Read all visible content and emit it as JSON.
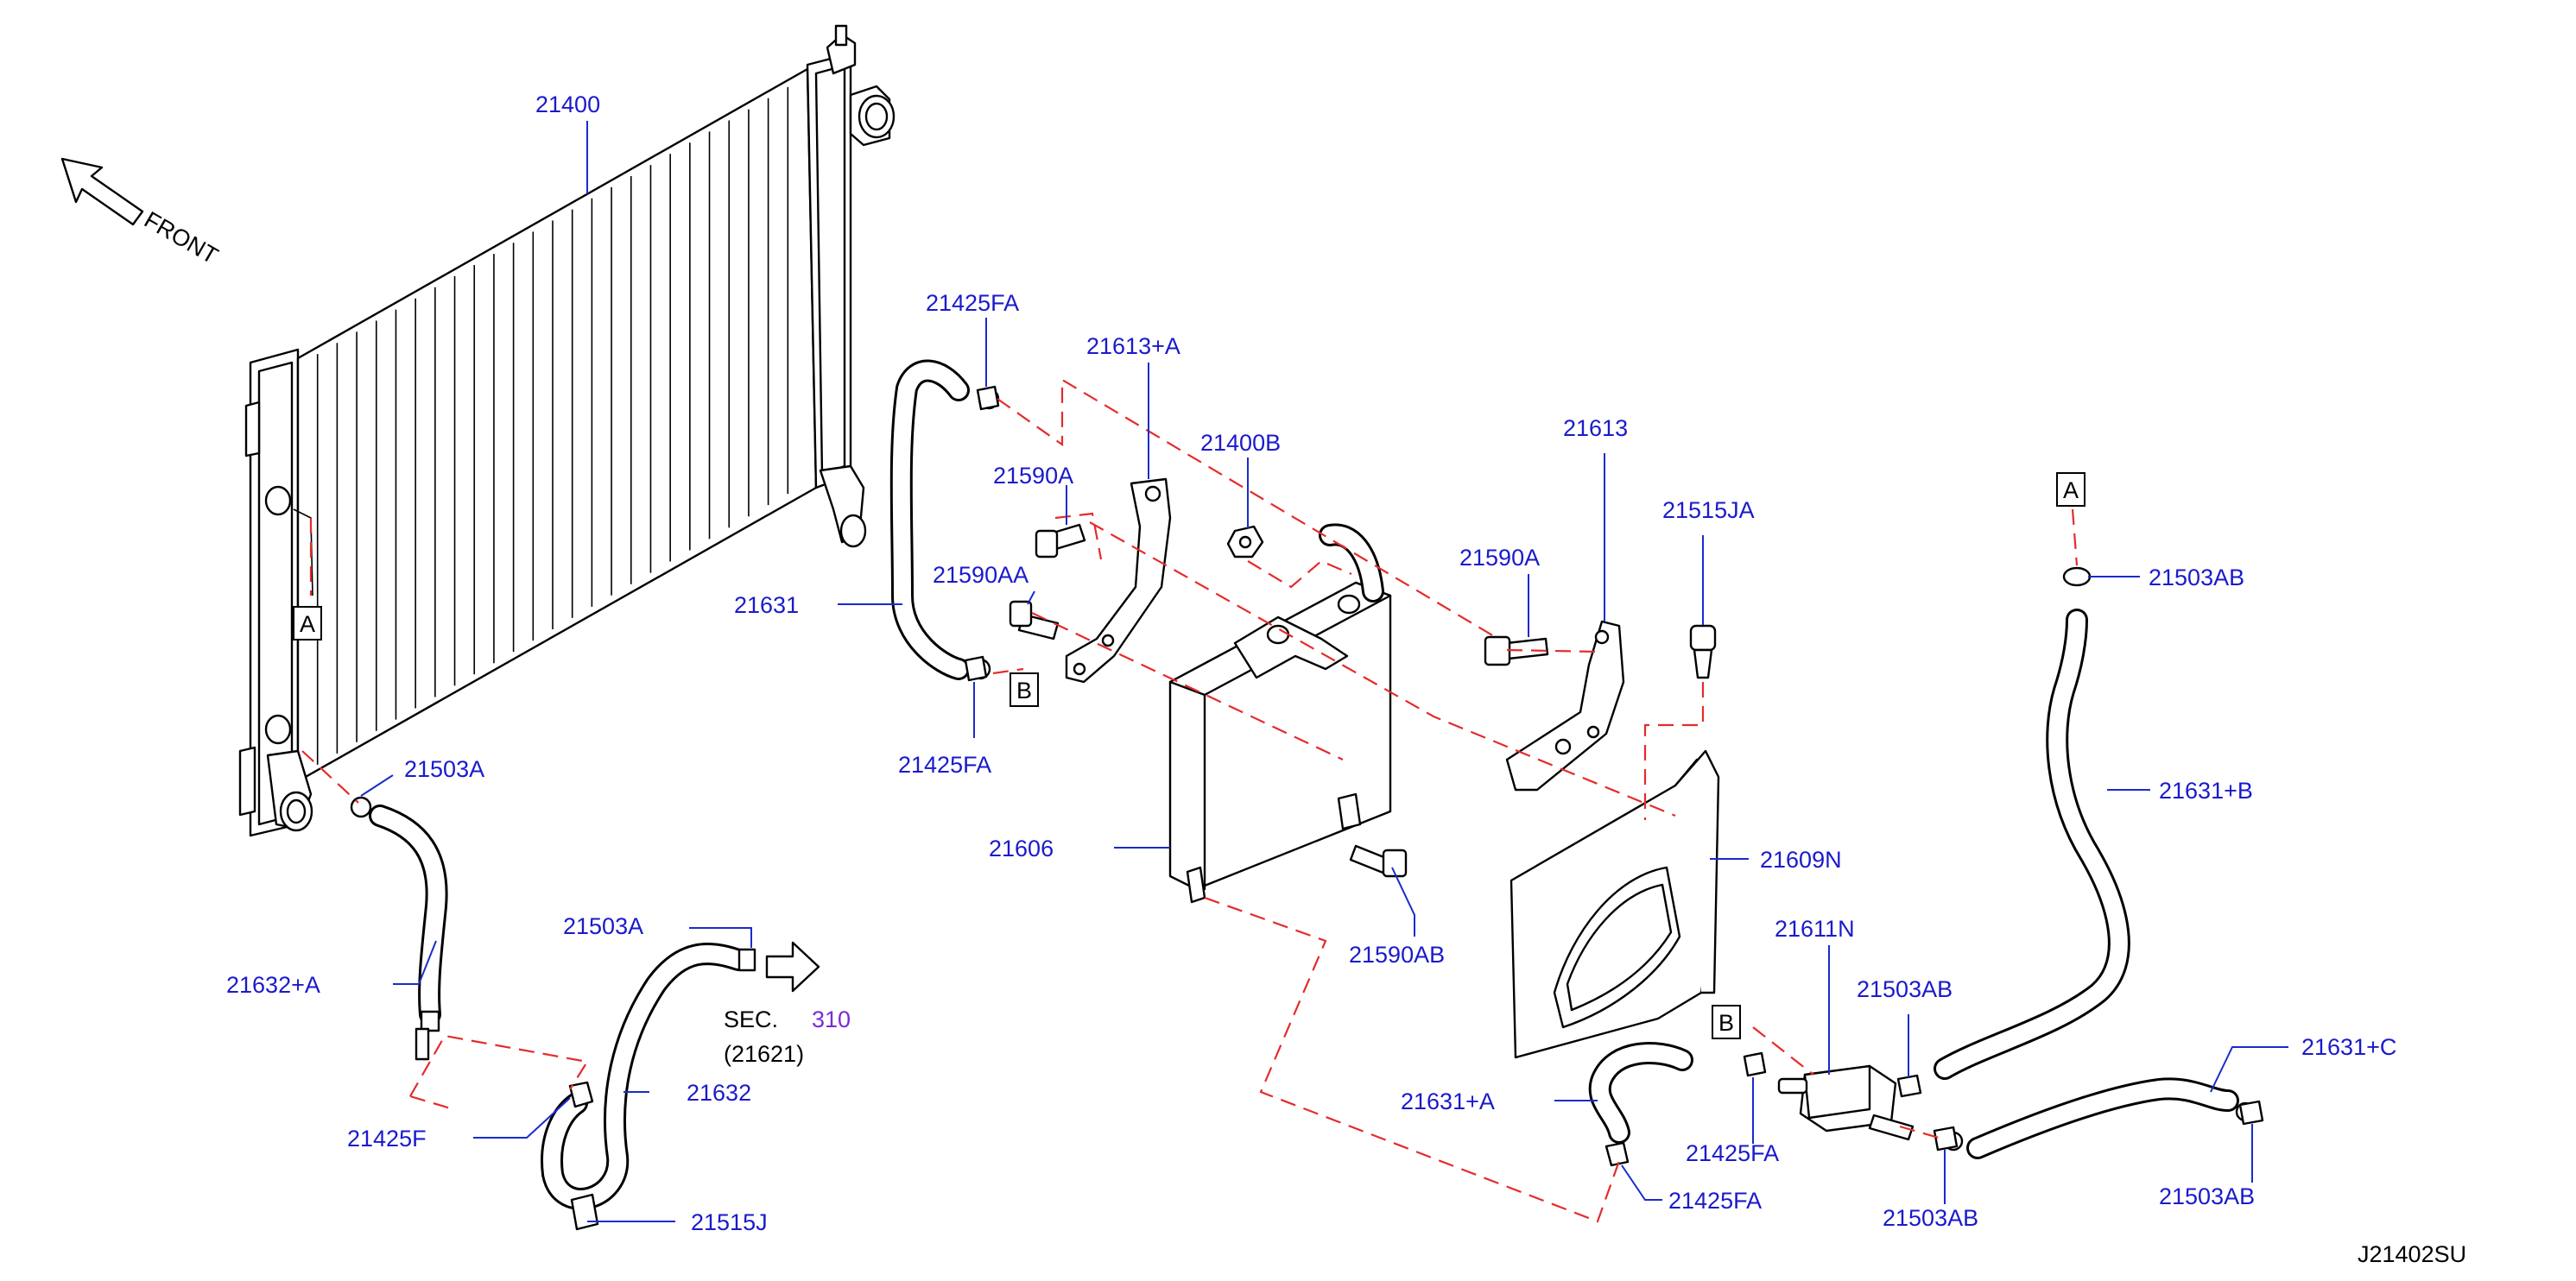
{
  "diagram_code": "J21402SU",
  "front_label": "FRONT",
  "section_ref": {
    "sec": "SEC.",
    "number": "310",
    "part": "(21621)"
  },
  "reference_marks": {
    "a": "A",
    "b": "B"
  },
  "colors": {
    "part_label": "#1a1acc",
    "leader": "#1a2bcc",
    "dashed_link": "#e52b2b",
    "section_number": "#7a2bd6",
    "outline": "#000000"
  },
  "labels": {
    "radiator": "21400",
    "hose_21425fa_top": "21425FA",
    "bracket_21613a": "21613+A",
    "nut_21400b": "21400B",
    "bracket_21613": "21613",
    "bolt_21590a_left": "21590A",
    "bolt_21590aa": "21590AA",
    "bolt_21590a_right": "21590A",
    "clip_21515ja": "21515JA",
    "hose_21631": "21631",
    "clamp_21425fa_mid": "21425FA",
    "clamp_21503a_top": "21503A",
    "cooler_21606": "21606",
    "shroud_21609n": "21609N",
    "bolt_21590ab": "21590AB",
    "hose_21632a": "21632+A",
    "clamp_21503a_low": "21503A",
    "hose_21632": "21632",
    "clamp_21425f": "21425F",
    "clip_21515j": "21515J",
    "valve_21611n": "21611N",
    "clamp_21503ab_mid": "21503AB",
    "hose_21631a": "21631+A",
    "clamp_21425fa_right": "21425FA",
    "clamp_21425fa_bottom": "21425FA",
    "clamp_21503ab_bottom": "21503AB",
    "hose_21631c": "21631+C",
    "clamp_21503ab_right": "21503AB",
    "clamp_21503ab_top": "21503AB",
    "hose_21631b": "21631+B"
  }
}
